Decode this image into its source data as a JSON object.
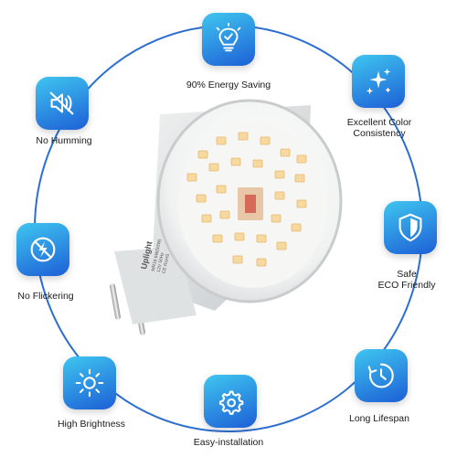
{
  "colors": {
    "ring": "#2c6fd1",
    "badge_top": "#3fc6f0",
    "badge_bottom": "#1d5fd6",
    "icon": "#ffffff"
  },
  "features": {
    "energy": {
      "icon": "lightbulb-check-icon",
      "label": "90% Energy Saving"
    },
    "color": {
      "icon": "sparkles-icon",
      "label_line1": "Excellent Color",
      "label_line2": "Consistency"
    },
    "safe": {
      "icon": "shield-icon",
      "label_line1": "Safe",
      "label_line2": "ECO Friendly"
    },
    "lifespan": {
      "icon": "timer-icon",
      "label": "Long Lifespan"
    },
    "install": {
      "icon": "gear-wrench-icon",
      "label": "Easy-installation"
    },
    "brightness": {
      "icon": "sun-icon",
      "label": "High Brightness"
    },
    "flicker": {
      "icon": "flicker-off-icon",
      "label": "No Flickering"
    },
    "humming": {
      "icon": "speaker-mute-icon",
      "label": "No Humming"
    }
  },
  "bulb": {
    "brand": "Uplight",
    "spec_line1": "MR16 6W(50W)",
    "spec_line2": "12V 50Hz",
    "spec_line3": "CE RoHS"
  }
}
